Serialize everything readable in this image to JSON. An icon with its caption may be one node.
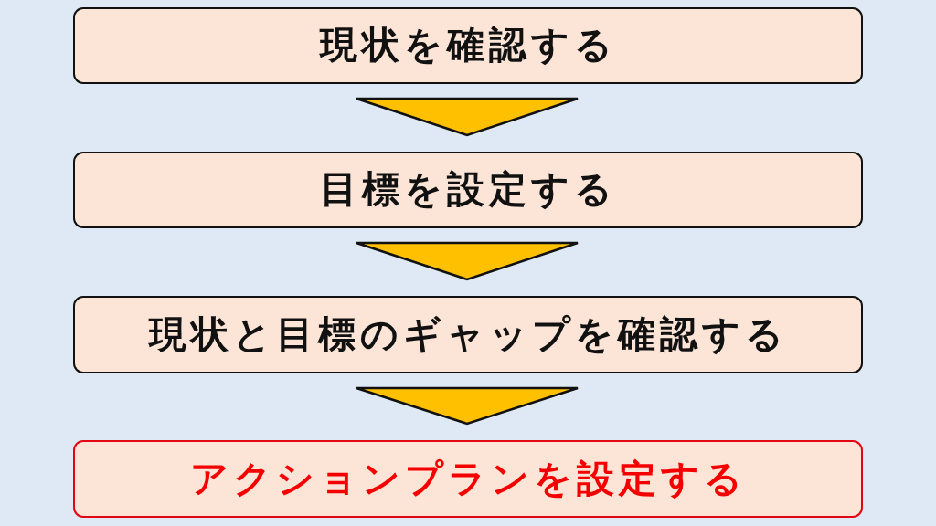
{
  "diagram": {
    "nodes": [
      {
        "text": [
          "現状を確認する"
        ]
      },
      {
        "text": [
          "目標を設定する"
        ]
      },
      {
        "text": [
          "現状と目標のギャップを確認する"
        ]
      },
      {
        "text": [
          "アクションプランを設定する"
        ]
      }
    ],
    "edges": [
      {
        "from": 0,
        "to": 1,
        "arrow": "to"
      },
      {
        "from": 1,
        "to": 2,
        "arrow": "to"
      },
      {
        "from": 2,
        "to": 3,
        "arrow": "to"
      }
    ]
  }
}
